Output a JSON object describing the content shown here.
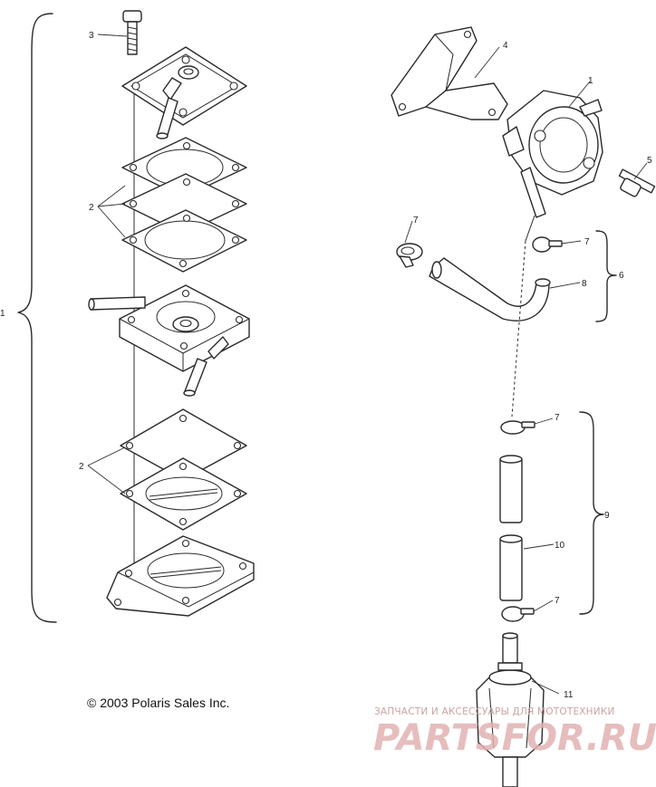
{
  "figure": {
    "callouts": {
      "c1_left": "1",
      "c2_upper": "2",
      "c3": "3",
      "c2_lower": "2",
      "c4": "4",
      "c1_right": "1",
      "c5": "5",
      "c7_a": "7",
      "c7_b": "7",
      "c6": "6",
      "c8": "8",
      "c7_c": "7",
      "c9": "9",
      "c10": "10",
      "c7_d": "7",
      "c11": "11"
    },
    "copyright": "© 2003 Polaris Sales Inc.",
    "watermark": {
      "tagline": "ЗАПЧАСТИ И АКСЕССУАРЫ ДЛЯ МОТОТЕХНИКИ",
      "logo": "PARTSFOR.RU"
    }
  },
  "colors": {
    "line": "#2a2a2a",
    "watermark_text": "#c9a3a3",
    "watermark_logo": "#e2b2b2"
  }
}
